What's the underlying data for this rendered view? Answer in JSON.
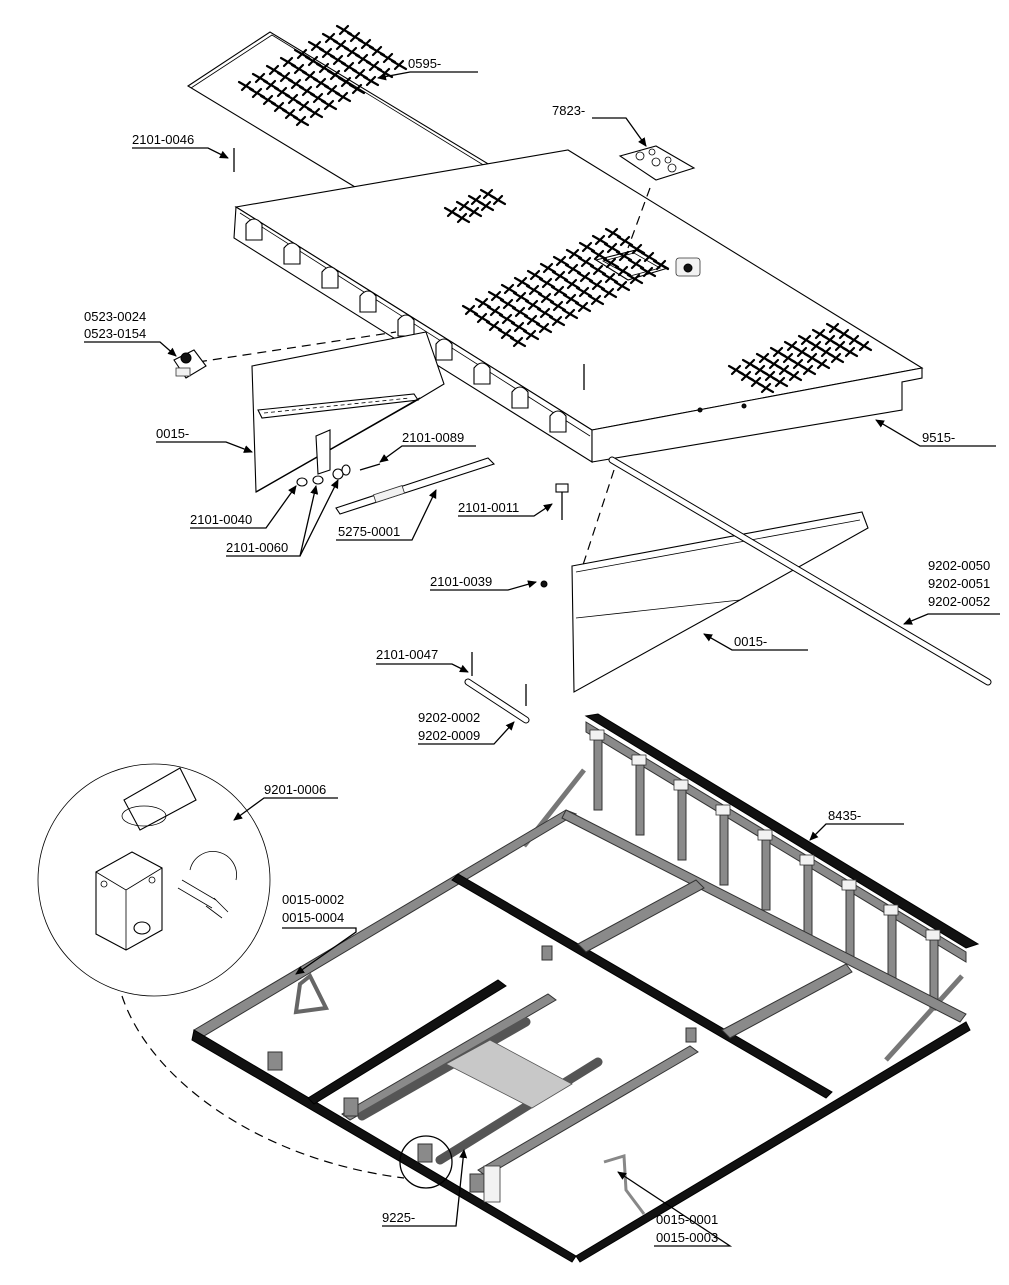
{
  "labels": {
    "p0595": "0595-",
    "p7823": "7823-",
    "p2101_0046": "2101-0046",
    "p0523_0024": "0523-0024",
    "p0523_0154": "0523-0154",
    "p0015_left": "0015-",
    "p2101_0089": "2101-0089",
    "p2101_0040": "2101-0040",
    "p2101_0060": "2101-0060",
    "p5275_0001": "5275-0001",
    "p2101_0011": "2101-0011",
    "p9515": "9515-",
    "p9202_0050": "9202-0050",
    "p9202_0051": "9202-0051",
    "p9202_0052": "9202-0052",
    "p2101_0039": "2101-0039",
    "p0015_right": "0015-",
    "p2101_0047": "2101-0047",
    "p9202_0002": "9202-0002",
    "p9202_0009": "9202-0009",
    "p9201_0006": "9201-0006",
    "p8435": "8435-",
    "p0015_0002": "0015-0002",
    "p0015_0004": "0015-0004",
    "p9225": "9225-",
    "p0015_0001": "0015-0001",
    "p0015_0003": "0015-0003"
  }
}
